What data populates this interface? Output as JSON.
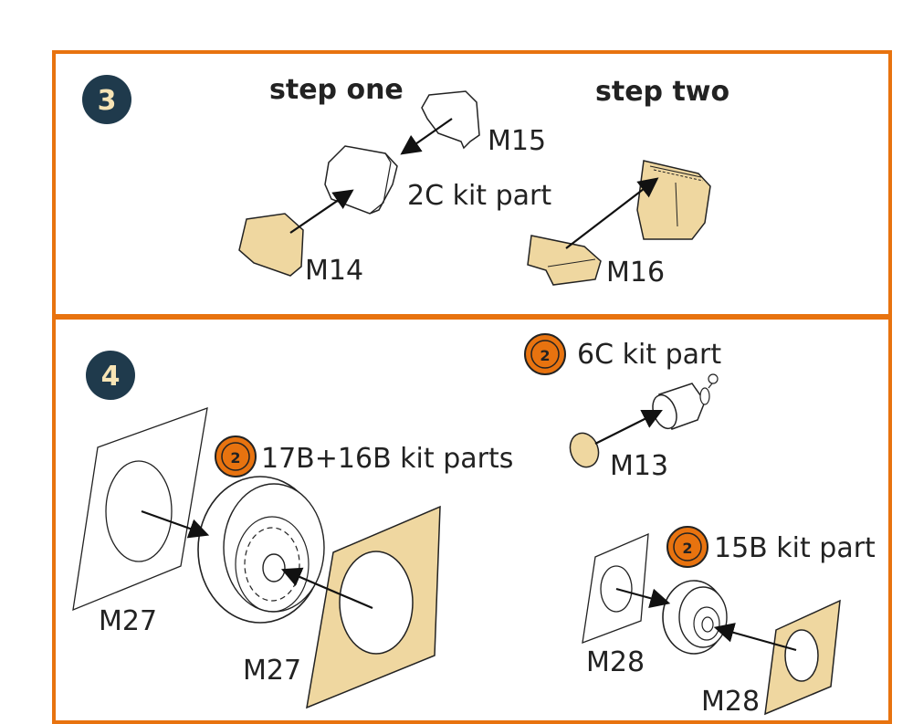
{
  "colors": {
    "frame": "#e8730f",
    "badge": "#1f3a4c",
    "resin": "#efd7a0",
    "outline": "#222222",
    "marker": "#e8730f"
  },
  "step3": {
    "number": "3",
    "step_one": "step one",
    "step_two": "step two",
    "labels": {
      "m15": "M15",
      "kit_2c": "2C kit part",
      "m14": "M14",
      "m16": "M16"
    }
  },
  "step4": {
    "number": "4",
    "labels": {
      "kit_6c": "6C kit part",
      "m13": "M13",
      "kit_17b16b": "17B+16B kit parts",
      "m27_left": "M27",
      "m27_right": "M27",
      "kit_15b": "15B kit part",
      "m28_left": "M28",
      "m28_right": "M28"
    },
    "marker_number": "2"
  },
  "icons": {
    "badge": "step-number-badge",
    "remove": "remove-part-icon"
  }
}
